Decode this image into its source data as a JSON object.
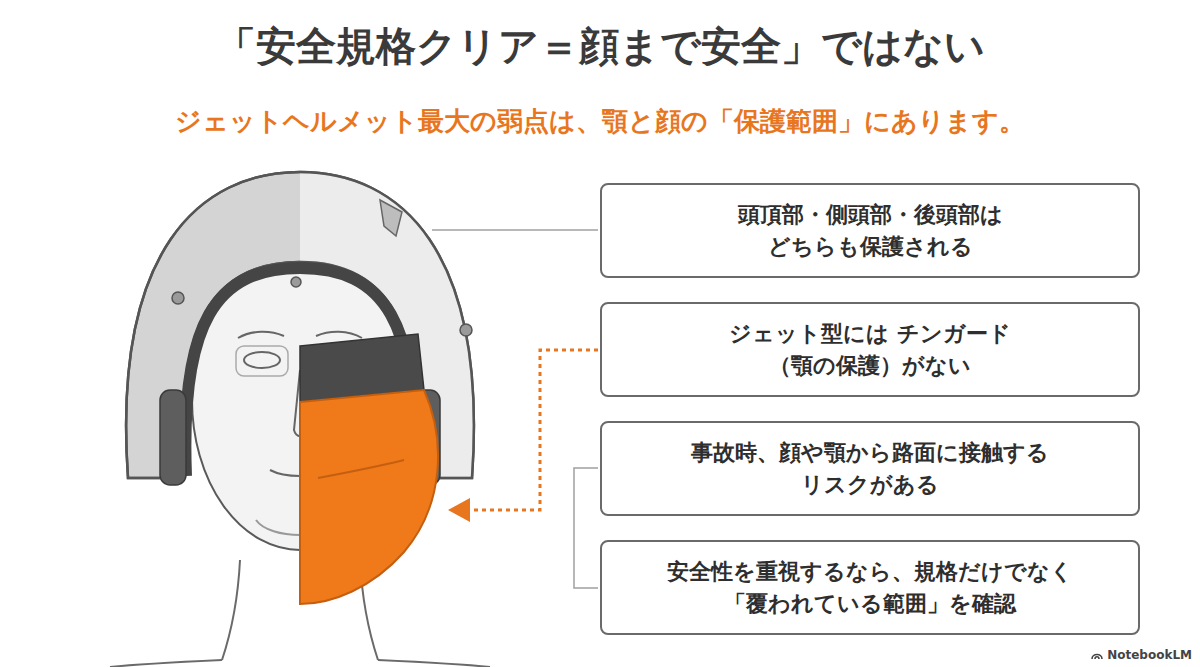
{
  "diagram": {
    "title": "「安全規格クリア＝顔まで安全」ではない",
    "nodes": [
      {
        "text": [
          "頭頂部・側頭部・後頭部は どちらも保護される"
        ]
      },
      {
        "text": [
          "ジェット型には チンガード（顎の保護）がない"
        ]
      },
      {
        "text": [
          "事故時、顔や顎から路面に接触する リスクがある"
        ]
      },
      {
        "text": [
          "安全性を重視するなら、規格だけでなく 「覆われている範囲」を確認"
        ]
      }
    ],
    "labels": [
      "ジェットヘルメット最大の弱点は、顎と顔の「保護範囲」にあります。",
      "NotebookLM"
    ]
  }
}
